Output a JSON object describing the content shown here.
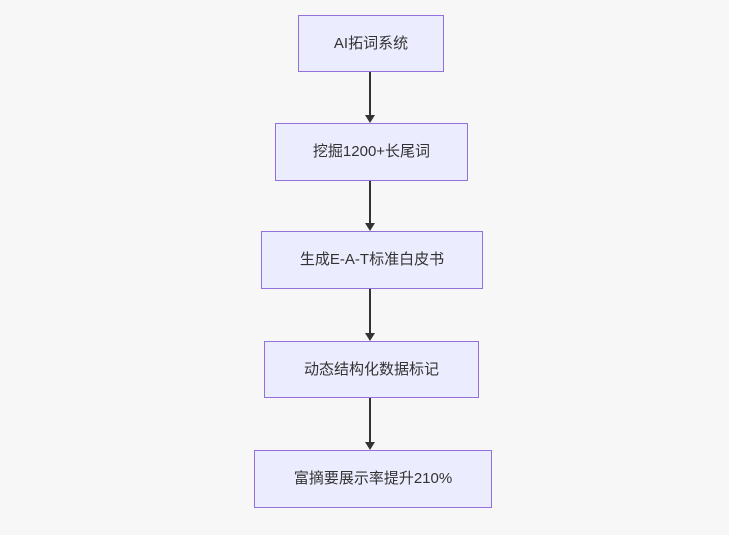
{
  "canvas": {
    "background": "#f7f7f7"
  },
  "flowchart": {
    "type": "flowchart-top-down",
    "node_fill": "#ECECFF",
    "node_border": "#9370DB",
    "arrow_color": "#333333",
    "text_color": "#333333",
    "nodes": [
      {
        "label": "AI拓词系统"
      },
      {
        "label": "挖掘1200+长尾词"
      },
      {
        "label": "生成E-A-T标准白皮书"
      },
      {
        "label": "动态结构化数据标记"
      },
      {
        "label": "富摘要展示率提升210%"
      }
    ],
    "edges": [
      {
        "from": "AI拓词系统",
        "to": "挖掘1200+长尾词"
      },
      {
        "from": "挖掘1200+长尾词",
        "to": "生成E-A-T标准白皮书"
      },
      {
        "from": "生成E-A-T标准白皮书",
        "to": "动态结构化数据标记"
      },
      {
        "from": "动态结构化数据标记",
        "to": "富摘要展示率提升210%"
      }
    ]
  }
}
